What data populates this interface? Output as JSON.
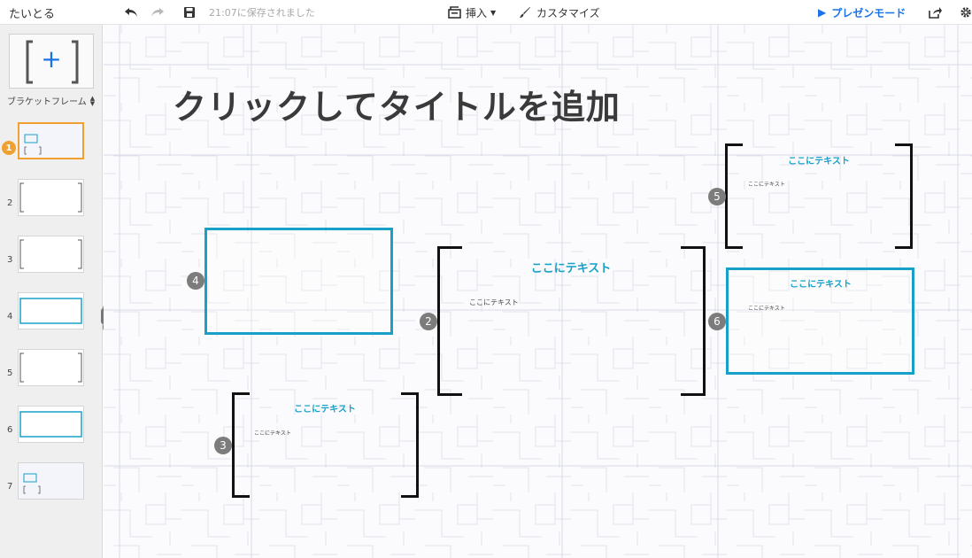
{
  "app": {
    "doc_title": "たいとる",
    "saved_status": "21:07に保存されました",
    "insert_label": "挿入",
    "customize_label": "カスタマイズ",
    "present_label": "プレゼンモード"
  },
  "colors": {
    "accent": "#18a0c8",
    "present_blue": "#1a73e8",
    "active_thumb": "#f0a030",
    "badge_gray": "#7c7c7c"
  },
  "icons": {
    "undo": "undo-arrow",
    "redo": "redo-arrow",
    "save": "floppy-disk",
    "insert": "insert-slide",
    "customize": "paint-brush",
    "present": "play-triangle",
    "share": "share-box-arrow",
    "settings": "gear",
    "layout_dropdown": "up-down-chevron"
  },
  "sidebar": {
    "layout_icon_glyph": "+",
    "layout_name": "ブラケットフレーム",
    "slides": [
      {
        "num": "1",
        "active": true
      },
      {
        "num": "2"
      },
      {
        "num": "3"
      },
      {
        "num": "4"
      },
      {
        "num": "5"
      },
      {
        "num": "6"
      },
      {
        "num": "7"
      }
    ]
  },
  "handle": {
    "badge_top": "1",
    "badge_bottom": "7"
  },
  "slide": {
    "title": "クリックしてタイトルを追加",
    "frames": [
      {
        "num": "2",
        "heading": "ここにテキスト",
        "body": "ここにテキスト"
      },
      {
        "num": "3",
        "heading": "ここにテキスト",
        "body": "ここにテキスト"
      },
      {
        "num": "4"
      },
      {
        "num": "5",
        "heading": "ここにテキスト",
        "body": "ここにテキスト"
      },
      {
        "num": "6",
        "heading": "ここにテキスト",
        "body": "ここにテキスト"
      }
    ]
  }
}
